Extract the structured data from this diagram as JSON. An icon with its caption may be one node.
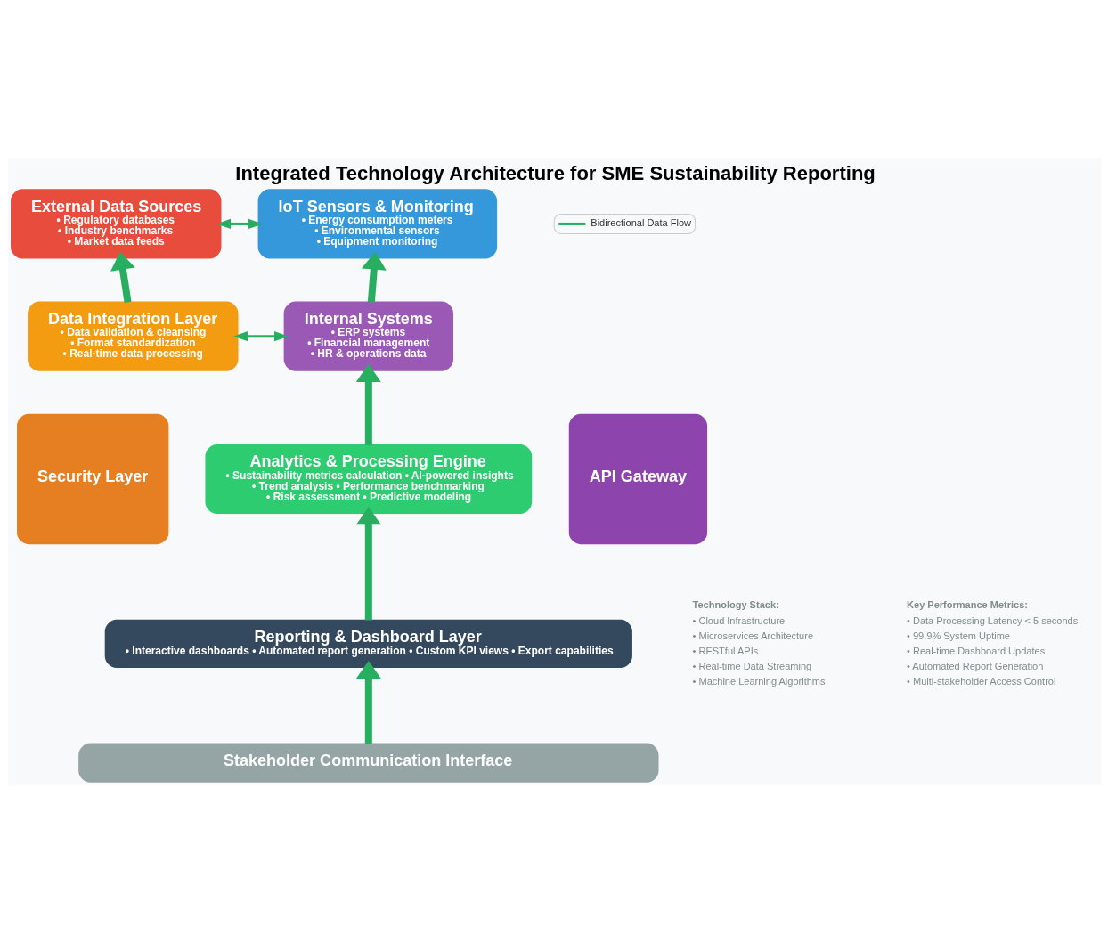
{
  "diagram": {
    "title": "Integrated Technology Architecture for SME Sustainability Reporting",
    "nodes": [
      {
        "text": [
          "External Data Sources",
          "• Regulatory databases",
          "• Industry benchmarks",
          "• Market data feeds"
        ]
      },
      {
        "text": [
          "IoT Sensors & Monitoring",
          "• Energy consumption meters",
          "• Environmental sensors",
          "• Equipment monitoring"
        ]
      },
      {
        "text": [
          "Data Integration Layer",
          "• Data validation & cleansing",
          "• Format standardization",
          "• Real-time data processing"
        ]
      },
      {
        "text": [
          "Internal Systems",
          "• ERP systems",
          "• Financial management",
          "• HR & operations data"
        ]
      },
      {
        "text": [
          "Security Layer"
        ]
      },
      {
        "text": [
          "Analytics & Processing Engine",
          "• Sustainability metrics calculation • AI-powered insights",
          "• Trend analysis • Performance benchmarking",
          "• Risk assessment • Predictive modeling"
        ]
      },
      {
        "text": [
          "API Gateway"
        ]
      },
      {
        "text": [
          "Reporting & Dashboard Layer",
          "• Interactive dashboards • Automated report generation • Custom KPI views • Export capabilities"
        ]
      },
      {
        "text": [
          "Stakeholder Communication Interface"
        ]
      }
    ],
    "edges": [
      {
        "from": 0,
        "to": 1,
        "arrow": "both"
      },
      {
        "from": 2,
        "to": 0,
        "arrow": "to"
      },
      {
        "from": 3,
        "to": 1,
        "arrow": "to"
      },
      {
        "from": 2,
        "to": 3,
        "arrow": "both"
      },
      {
        "from": 5,
        "to": 3,
        "arrow": "to"
      },
      {
        "from": 7,
        "to": 5,
        "arrow": "to"
      },
      {
        "from": 8,
        "to": 7,
        "arrow": "to"
      }
    ],
    "labels": [
      "Technology Stack:",
      "• Cloud Infrastructure",
      "• Microservices Architecture",
      "• RESTful APIs",
      "• Real-time Data Streaming",
      "• Machine Learning Algorithms",
      "Key Performance Metrics:",
      "• Data Processing Latency < 5 seconds",
      "• 99.9% System Uptime",
      "• Real-time Dashboard Updates",
      "• Automated Report Generation",
      "• Multi-stakeholder Access Control"
    ],
    "legend": [
      {
        "text": "Bidirectional Data Flow"
      }
    ]
  }
}
